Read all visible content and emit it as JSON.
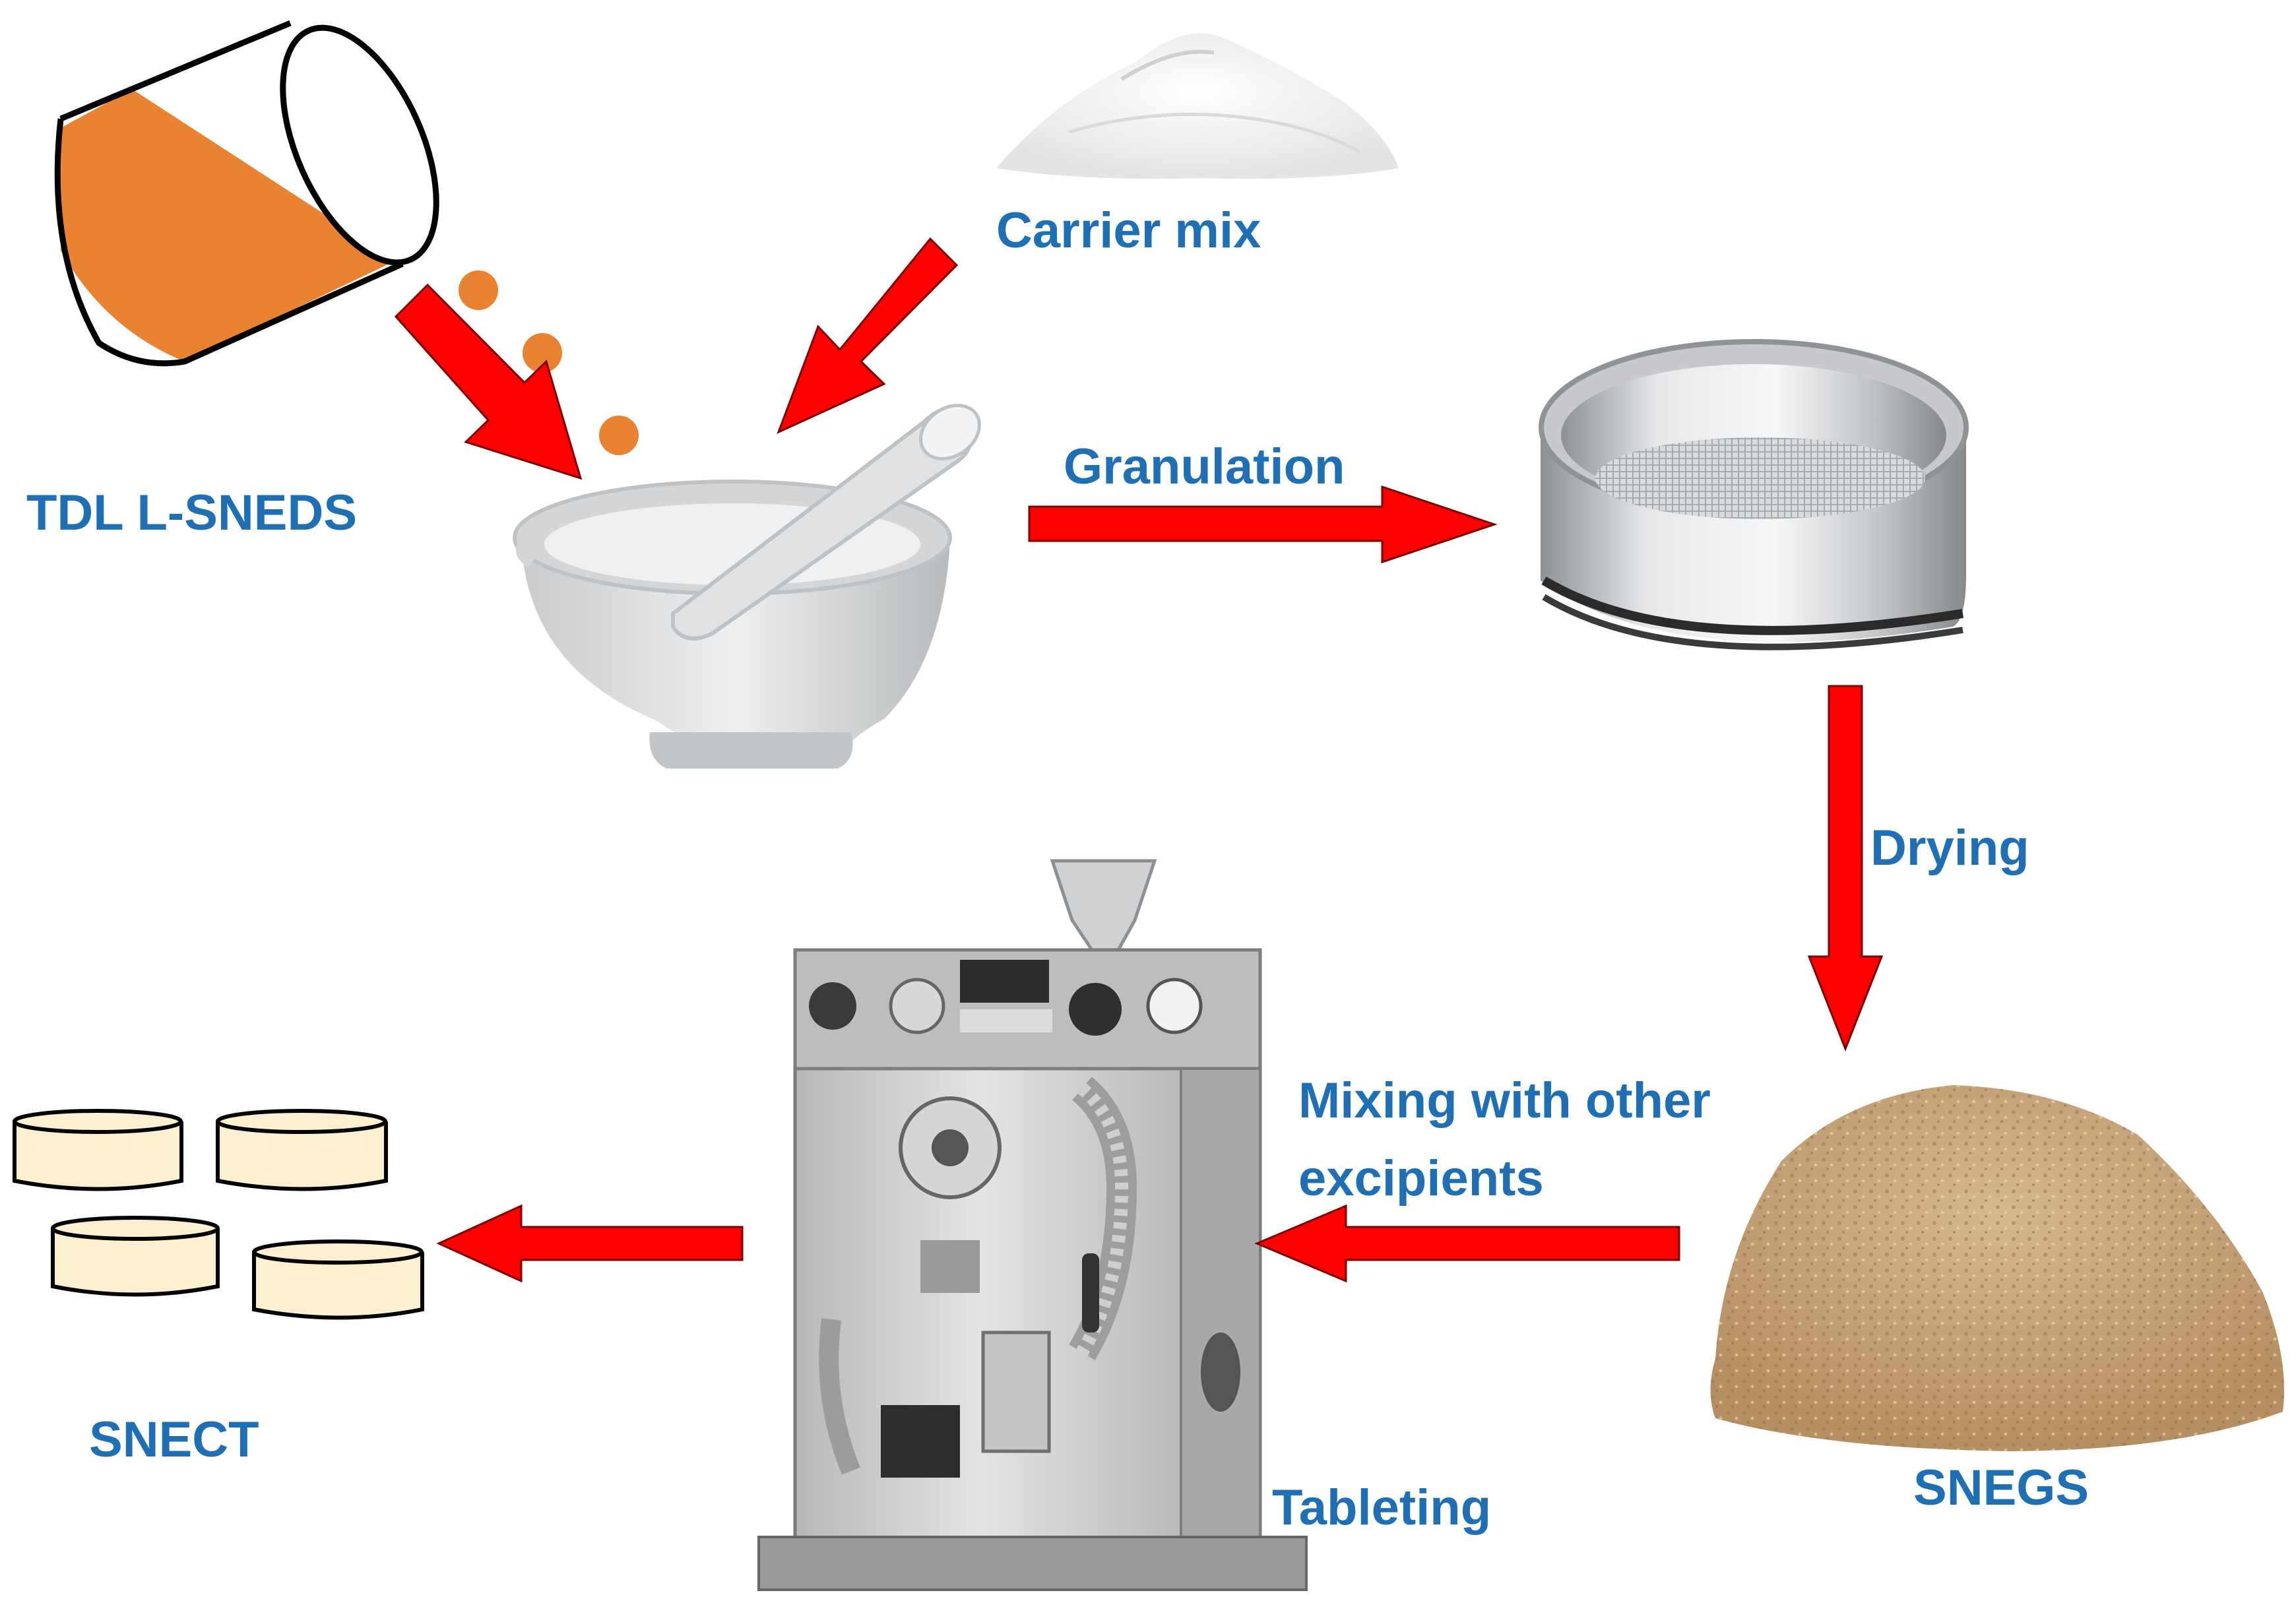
{
  "diagram": {
    "colors": {
      "label": "#1f6fb5",
      "arrow": "#ff0000",
      "arrow_outline": "#7a0000",
      "liquid": "#e98332",
      "droplet": "#e98332",
      "carrier_powder": "#f2f2f0",
      "mortar": "#dcdedf",
      "sieve_metal": "#b9bcc0",
      "granules": "#c9a77c",
      "tablet_fill": "#fdf0d0",
      "machine_body": "#c8c8c8"
    },
    "labels": {
      "tdl_lsneds": "TDL L-SNEDS",
      "carrier_mix": "Carrier mix",
      "granulation": "Granulation",
      "drying": "Drying",
      "mixing": "Mixing with other excipients",
      "snegs": "SNEGS",
      "tableting": "Tableting",
      "snect": "SNECT"
    },
    "icons": [
      "beaker-icon",
      "powder-pile-icon",
      "mortar-pestle-icon",
      "sieve-icon",
      "granules-pile-icon",
      "tablet-press-icon",
      "tablet-icon"
    ]
  }
}
